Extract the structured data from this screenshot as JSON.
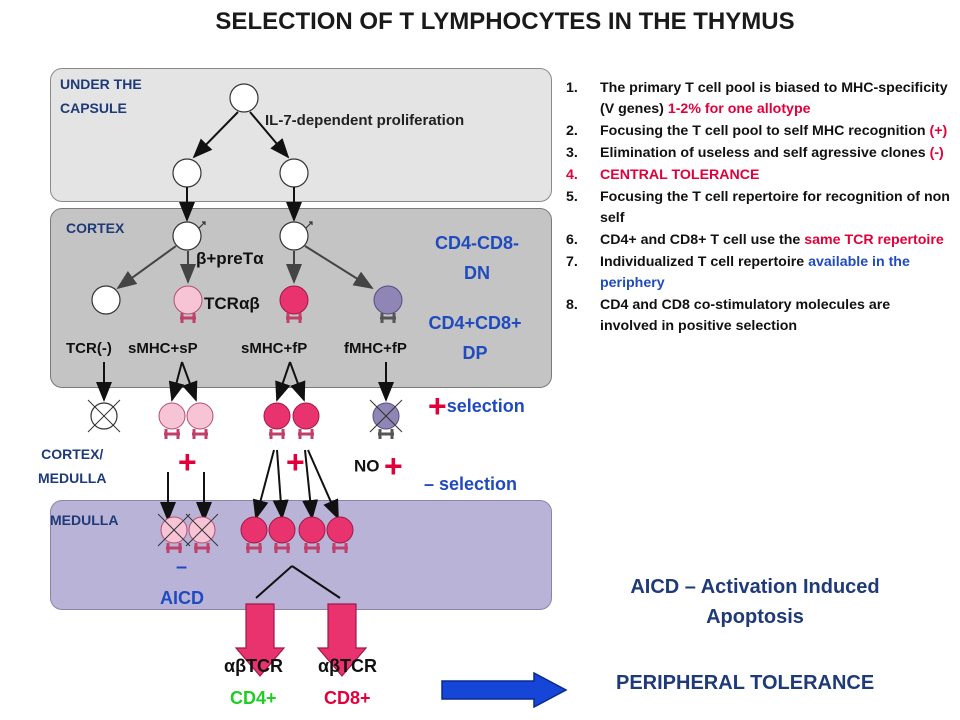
{
  "title": "SELECTION OF T LYMPHOCYTES IN THE THYMUS",
  "zones": {
    "under_capsule_line1": "UNDER THE",
    "under_capsule_line2": "CAPSULE",
    "cortex": "CORTEX",
    "cortex_medulla_line1": "CORTEX/",
    "cortex_medulla_line2": "MEDULLA",
    "medulla": "MEDULLA"
  },
  "labels": {
    "il7": "IL-7-dependent proliferation",
    "pretcr": "β+preTα",
    "tcrab": "TCRαβ",
    "dn_line1": "CD4-CD8-",
    "dn_line2": "DN",
    "dp_line1": "CD4+CD8+",
    "dp_line2": "DP",
    "tcr_neg": "TCR(-)",
    "smhc_sp": "sMHC+sP",
    "smhc_fp": "sMHC+fP",
    "fmhc_fp": "fMHC+fP",
    "plus_sign": "+",
    "selection": "selection",
    "no": "NO",
    "neg_selection": "– selection",
    "minus": "–",
    "aicd": "AICD",
    "abtcr": "αβTCR",
    "cd4": "CD4+",
    "cd8": "CD8+"
  },
  "list": [
    {
      "num": "1.",
      "text": "The primary T cell pool is biased to MHC-specificity (V genes) ",
      "highlight": "1-2% for one allotype",
      "tail": ""
    },
    {
      "num": "2.",
      "text": "Focusing the T cell pool to self MHC recognition ",
      "highlight": "(+)",
      "tail": ""
    },
    {
      "num": "3.",
      "text": "Elimination of useless and self agressive clones ",
      "highlight": "(-)",
      "tail": ""
    },
    {
      "num": "4.",
      "text": "CENTRAL TOLERANCE",
      "highlight": "",
      "tail": ""
    },
    {
      "num": "5.",
      "text": "Focusing the T cell repertoire for recognition of non self",
      "highlight": "",
      "tail": ""
    },
    {
      "num": "6.",
      "text": "CD4+ and CD8+ T cell use the ",
      "highlight": "same TCR repertoire",
      "tail": ""
    },
    {
      "num": "7.",
      "text": "Individualized T cell repertoire ",
      "highlight": "available in the periphery",
      "tail": ""
    },
    {
      "num": "8.",
      "text": "CD4 and CD8 co-stimulatory molecules are involved in positive selection",
      "highlight": "",
      "tail": ""
    }
  ],
  "aicd_definition_line1": "AICD – Activation Induced",
  "aicd_definition_line2": "Apoptosis",
  "peripheral_tolerance": "PERIPHERAL TOLERANCE",
  "colors": {
    "light_pink": "#f7c4d6",
    "magenta": "#e8336f",
    "purple_cell": "#8f86b5",
    "medulla": "#b9b3d7",
    "arrow_blue": "#1646d8"
  }
}
